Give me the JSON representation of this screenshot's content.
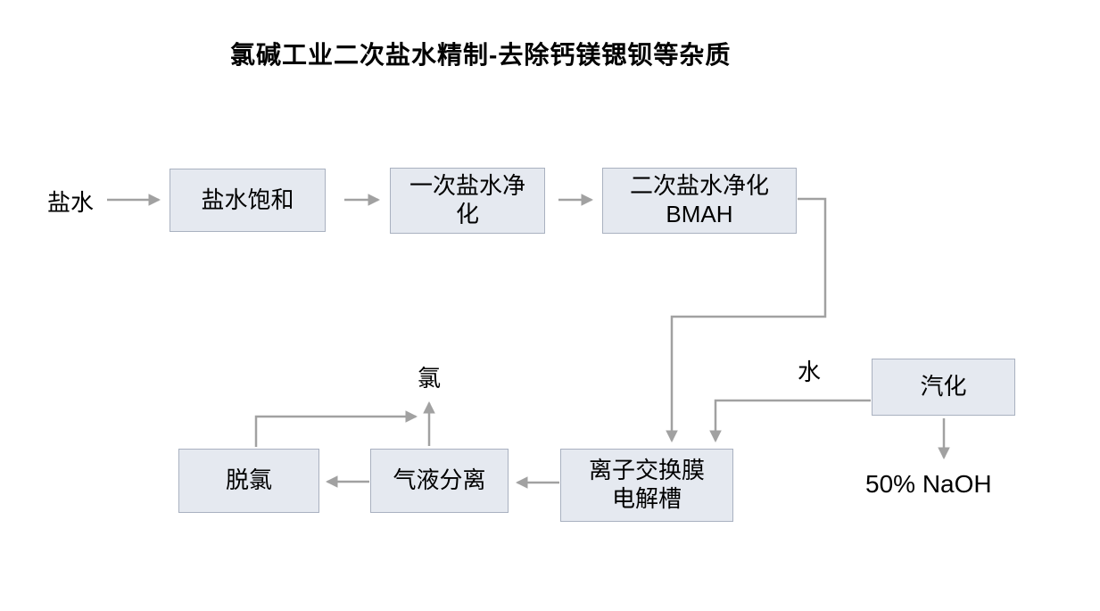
{
  "title": "氯碱工业二次盐水精制-去除钙镁锶钡等杂质",
  "nodes": {
    "brine_saturation": "盐水饱和",
    "primary_purification": "一次盐水净\n化",
    "secondary_purification": "二次盐水净化\nBMAH",
    "vaporization": "汽化",
    "electrolyzer": "离子交换膜\n电解槽",
    "gas_liquid_separation": "气液分离",
    "dechlorination": "脱氯"
  },
  "labels": {
    "brine_input": "盐水",
    "chlorine_output": "氯",
    "water_input": "水",
    "naoh_output": "50% NaOH"
  },
  "colors": {
    "box_fill": "#e5e9f0",
    "box_border": "#a9b1c0",
    "arrow": "#a1a1a1",
    "text": "#000000"
  }
}
